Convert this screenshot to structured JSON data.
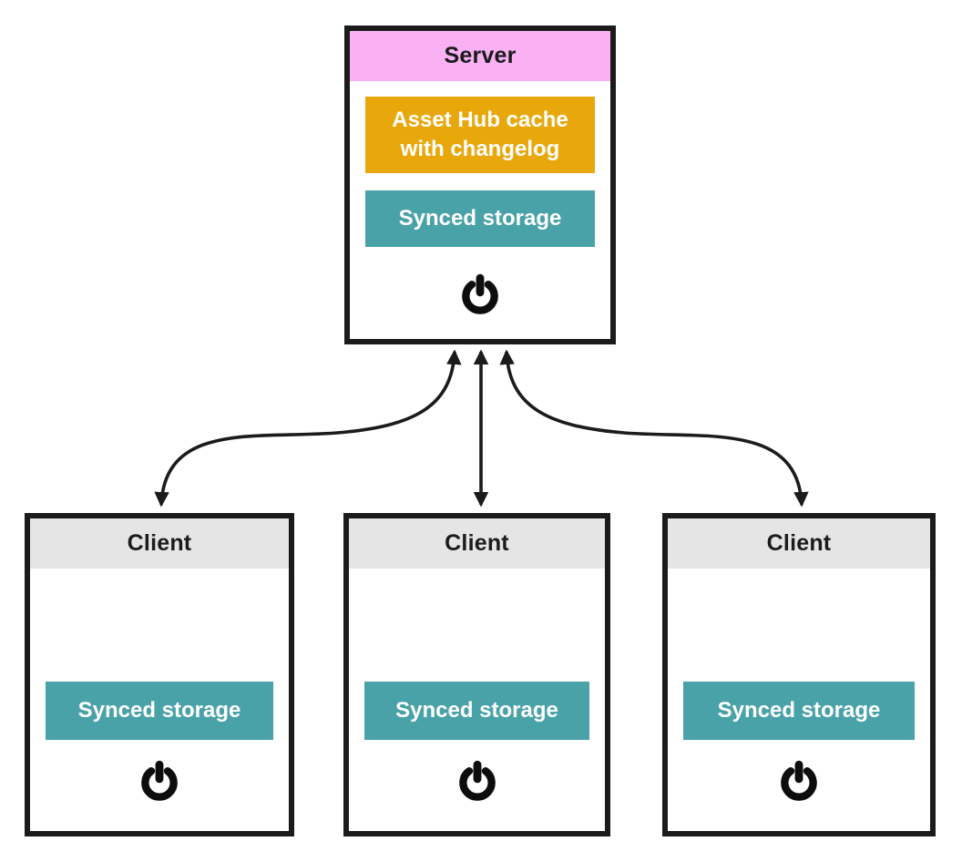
{
  "diagram": {
    "title": "Server-client synced storage diagram",
    "colors": {
      "server_header_bg": "#f9b1f4",
      "client_header_bg": "#e5e5e5",
      "cache_box_bg": "#e8a80b",
      "storage_box_bg": "#49a2a8",
      "node_border": "#1b1b1b",
      "arrow": "#1b1b1b",
      "label_on_color": "#ffffff",
      "label_dark": "#1b1b1b",
      "background": "#ffffff"
    },
    "server": {
      "title": "Server",
      "cache_label": "Asset Hub cache with changelog",
      "storage_label": "Synced storage",
      "power_icon": "power-icon"
    },
    "clients": [
      {
        "title": "Client",
        "storage_label": "Synced storage",
        "power_icon": "power-icon"
      },
      {
        "title": "Client",
        "storage_label": "Synced storage",
        "power_icon": "power-icon"
      },
      {
        "title": "Client",
        "storage_label": "Synced storage",
        "power_icon": "power-icon"
      }
    ],
    "connections": [
      {
        "from": "server",
        "to": "client-1",
        "direction": "bidirectional"
      },
      {
        "from": "server",
        "to": "client-2",
        "direction": "bidirectional"
      },
      {
        "from": "server",
        "to": "client-3",
        "direction": "bidirectional"
      }
    ]
  }
}
